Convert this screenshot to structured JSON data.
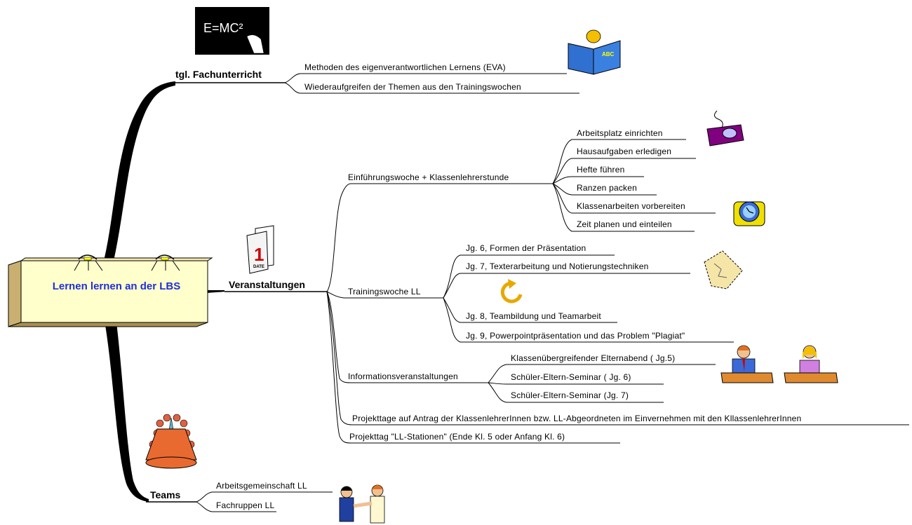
{
  "central": {
    "title": "Lernen lernen an der LBS"
  },
  "branches": {
    "fachunterricht": {
      "label": "tgl. Fachunterricht",
      "items": [
        "Methoden des eigenverantwortlichen Lernens (EVA)",
        "Wiederaufgreifen der Themen aus den Trainingswochen"
      ]
    },
    "veranstaltungen": {
      "label": "Veranstaltungen",
      "einfuehrung": {
        "label": "Einführungswoche + Klassenlehrerstunde",
        "items": [
          "Arbeitsplatz einrichten",
          "Hausaufgaben erledigen",
          "Hefte  führen",
          "Ranzen  packen",
          "Klassenarbeiten vorbereiten",
          "Zeit planen und einteilen"
        ]
      },
      "training": {
        "label": "Trainingswoche LL",
        "items": [
          "Jg. 6, Formen der Präsentation",
          "Jg. 7, Texterarbeitung und Notierungstechniken",
          "Jg. 8, Teambildung und Teamarbeit",
          "Jg. 9, Powerpointpräsentation und das Problem \"Plagiat\""
        ]
      },
      "information": {
        "label": "Informationsveranstaltungen",
        "items": [
          "Klassenübergreifender Elternabend ( Jg.5)",
          "Schüler-Eltern-Seminar ( Jg. 6)",
          "Schüler-Eltern-Seminar (Jg. 7)"
        ]
      },
      "projekttage": "Projekttage auf Antrag der KlassenlehrerInnen bzw. LL-Abgeordneten  im Einvernehmen mit den KllassenlehrerInnen",
      "projekttag": "Projekttag \"LL-Stationen\" (Ende Kl. 5 oder  Anfang Kl. 6)"
    },
    "teams": {
      "label": "Teams",
      "items": [
        "Arbeitsgemeinschaft LL",
        "Fachruppen LL"
      ]
    }
  },
  "blackboard": {
    "text": "E=MC²"
  },
  "book": {
    "text": "ABC"
  },
  "calendar": {
    "number": "1",
    "word": "DATE"
  },
  "colors": {
    "central_fill": "#ffffcc",
    "central_side": "#e0cc80",
    "central_text": "#1f2fd8",
    "branch_line": "#000000"
  }
}
